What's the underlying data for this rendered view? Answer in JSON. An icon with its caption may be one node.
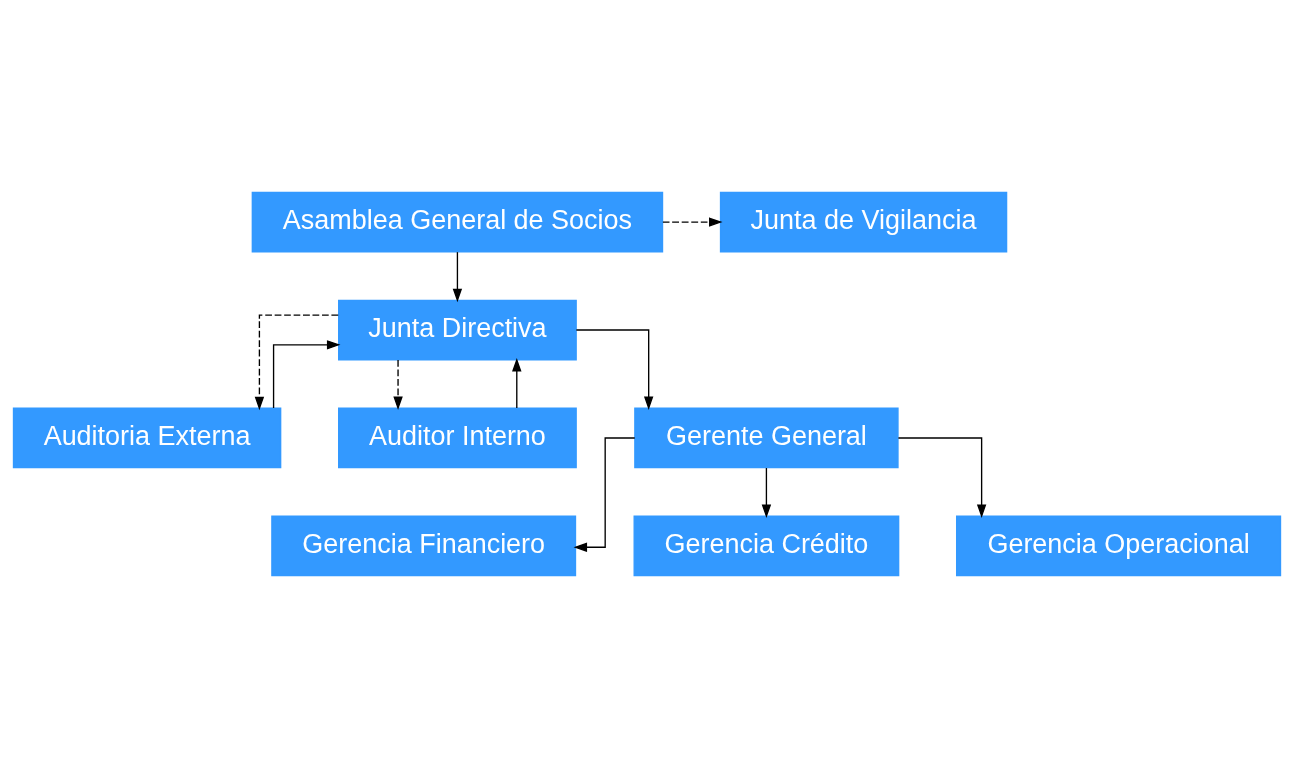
{
  "diagram": {
    "nodes": [
      {
        "text": [
          "Asamblea General de Socios"
        ]
      },
      {
        "text": [
          "Junta de Vigilancia"
        ]
      },
      {
        "text": [
          "Junta Directiva"
        ]
      },
      {
        "text": [
          "Auditoria Externa"
        ]
      },
      {
        "text": [
          "Auditor Interno"
        ]
      },
      {
        "text": [
          "Gerente General"
        ]
      },
      {
        "text": [
          "Gerencia Financiero"
        ]
      },
      {
        "text": [
          "Gerencia Crédito"
        ]
      },
      {
        "text": [
          "Gerencia Operacional"
        ]
      }
    ],
    "edges": [
      {
        "from": 0,
        "to": 2,
        "arrow": "to"
      },
      {
        "from": 0,
        "to": 1,
        "arrow": "to",
        "style": "dashed"
      },
      {
        "from": 2,
        "to": 5,
        "arrow": "to"
      },
      {
        "from": 2,
        "to": 3,
        "arrow": "to",
        "style": "dashed"
      },
      {
        "from": 2,
        "to": 4,
        "arrow": "to",
        "style": "dashed"
      },
      {
        "from": 3,
        "to": 2,
        "arrow": "to"
      },
      {
        "from": 4,
        "to": 2,
        "arrow": "to"
      },
      {
        "from": 5,
        "to": 6,
        "arrow": "to"
      },
      {
        "from": 5,
        "to": 7,
        "arrow": "to"
      },
      {
        "from": 5,
        "to": 8,
        "arrow": "to"
      }
    ]
  }
}
